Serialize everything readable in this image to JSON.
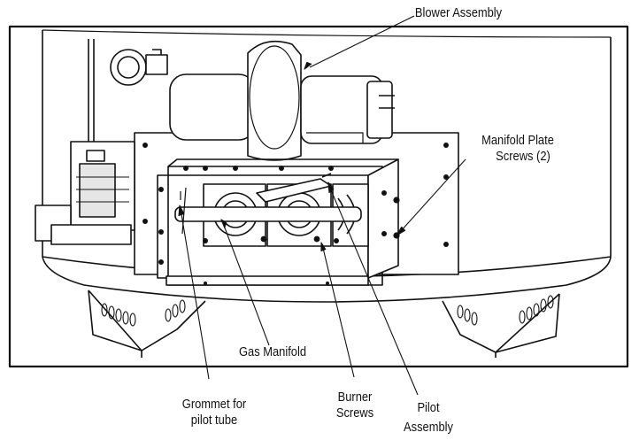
{
  "labels": {
    "blower_assembly": "Blower Assembly",
    "manifold_plate_screws_line1": "Manifold Plate",
    "manifold_plate_screws_line2": "Screws (2)",
    "gas_manifold": "Gas Manifold",
    "grommet_line1": "Grommet for",
    "grommet_line2": "pilot tube",
    "burner_screws_line1": "Burner",
    "burner_screws_line2": "Screws",
    "pilot_assembly_line1": "Pilot",
    "pilot_assembly_line2": "Assembly"
  },
  "colors": {
    "line": "#111111",
    "fill": "#ffffff",
    "shade": "#e6e6e6"
  }
}
